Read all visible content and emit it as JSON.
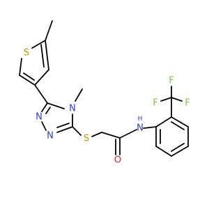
{
  "atoms": {
    "thiophene_s": {
      "text": "S",
      "color": "#b8a000"
    },
    "triazole_n4": {
      "text": "N",
      "color": "#2e3bd6"
    },
    "triazole_n1": {
      "text": "N",
      "color": "#2e3bd6"
    },
    "triazole_n2": {
      "text": "N",
      "color": "#2e3bd6"
    },
    "thioether_s": {
      "text": "S",
      "color": "#b8a000"
    },
    "carbonyl_o": {
      "text": "O",
      "color": "#e02020"
    },
    "amide_n": {
      "text": "N",
      "color": "#2e3bd6"
    },
    "amide_h": {
      "text": "H",
      "color": "#2e3bd6"
    },
    "fluorine_1": {
      "text": "F",
      "color": "#7cc63a"
    },
    "fluorine_2": {
      "text": "F",
      "color": "#7cc63a"
    },
    "fluorine_3": {
      "text": "F",
      "color": "#7cc63a"
    }
  },
  "colors": {
    "bond": "#000000",
    "background": "#ffffff"
  }
}
